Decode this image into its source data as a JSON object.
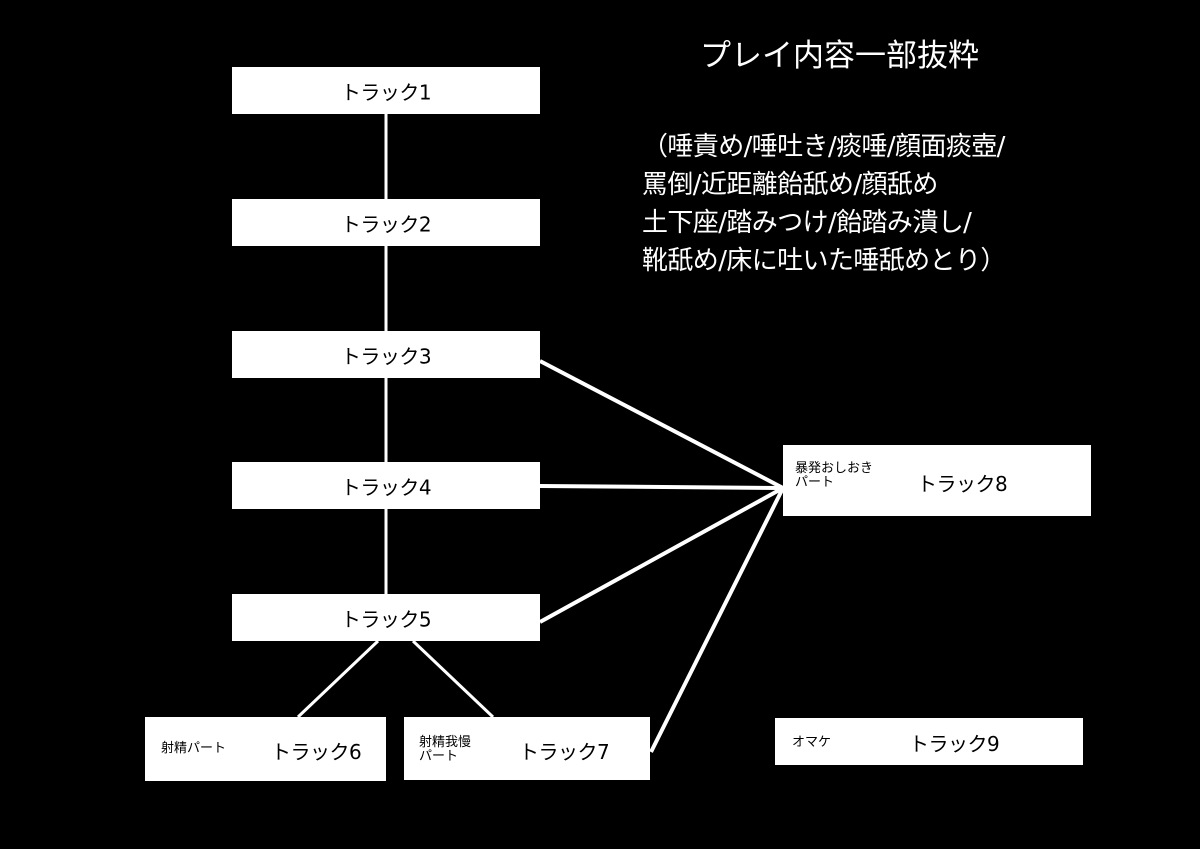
{
  "title": "プレイ内容一部抜粋",
  "description": "（唾責め/唾吐き/痰唾/顔面痰壺/\n罵倒/近距離飴舐め/顔舐め\n土下座/踏みつけ/飴踏み潰し/\n靴舐め/床に吐いた唾舐めとり）",
  "colors": {
    "background": "#000000",
    "box": "#ffffff",
    "line": "#ffffff",
    "text": "#000000",
    "title": "#ffffff"
  },
  "tracks": [
    {
      "id": 1,
      "label": "トラック1",
      "note": ""
    },
    {
      "id": 2,
      "label": "トラック2",
      "note": ""
    },
    {
      "id": 3,
      "label": "トラック3",
      "note": ""
    },
    {
      "id": 4,
      "label": "トラック4",
      "note": ""
    },
    {
      "id": 5,
      "label": "トラック5",
      "note": ""
    },
    {
      "id": 6,
      "label": "トラック6",
      "note": "射精パート"
    },
    {
      "id": 7,
      "label": "トラック7",
      "note": "射精我慢\nパート"
    },
    {
      "id": 8,
      "label": "トラック8",
      "note": "暴発おしおき\nパート"
    },
    {
      "id": 9,
      "label": "トラック9",
      "note": "オマケ"
    }
  ],
  "edges": [
    [
      "トラック1",
      "トラック2"
    ],
    [
      "トラック2",
      "トラック3"
    ],
    [
      "トラック3",
      "トラック4"
    ],
    [
      "トラック4",
      "トラック5"
    ],
    [
      "トラック5",
      "トラック6"
    ],
    [
      "トラック5",
      "トラック7"
    ],
    [
      "トラック3",
      "トラック8"
    ],
    [
      "トラック4",
      "トラック8"
    ],
    [
      "トラック5",
      "トラック8"
    ],
    [
      "トラック7",
      "トラック8"
    ]
  ]
}
